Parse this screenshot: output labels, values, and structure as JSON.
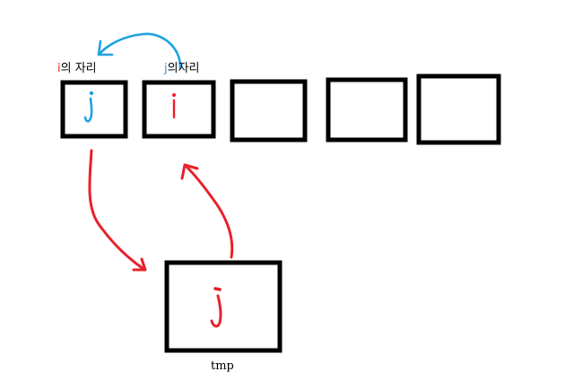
{
  "labels": {
    "left_marker": "i",
    "left_text": "의 자리",
    "right_marker": "j",
    "right_text": "의자리",
    "tmp": "tmp"
  },
  "cells": [
    {
      "letter": "j"
    },
    {
      "letter": "i"
    },
    {
      "letter": ""
    },
    {
      "letter": ""
    },
    {
      "letter": ""
    }
  ],
  "tmp_box": {
    "letter": "j"
  },
  "colors": {
    "red": "#e8212a",
    "blue": "#1fa2e0",
    "black": "#000000"
  }
}
